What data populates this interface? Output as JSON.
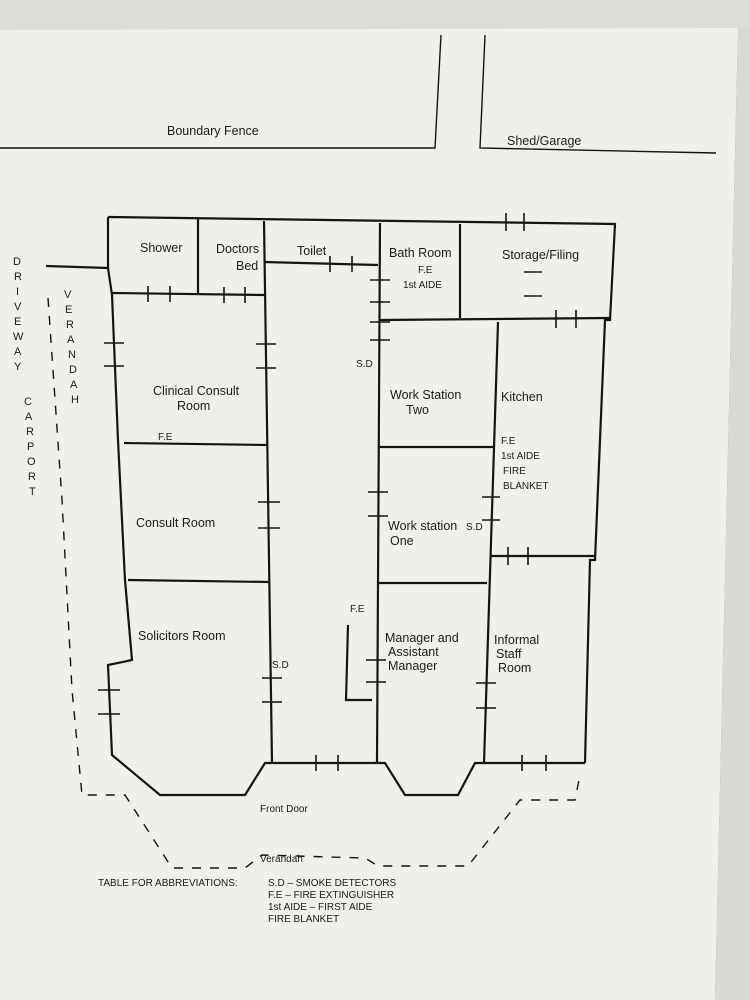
{
  "site": {
    "boundary_fence": "Boundary Fence",
    "shed_garage": "Shed/Garage"
  },
  "side_labels": {
    "driveway": [
      "D",
      "R",
      "I",
      "V",
      "E",
      "W",
      "A",
      "Y"
    ],
    "carport": [
      "C",
      "A",
      "R",
      "P",
      "O",
      "R",
      "T"
    ],
    "verandah_side": [
      "V",
      "E",
      "R",
      "A",
      "N",
      "D",
      "A",
      "H"
    ]
  },
  "rooms": {
    "shower": "Shower",
    "doctors_bed_1": "Doctors",
    "doctors_bed_2": "Bed",
    "toilet": "Toilet",
    "bath_room": "Bath Room",
    "bath_fe": "F.E",
    "bath_aide": "1st AIDE",
    "storage": "Storage/Filing",
    "clinical_1": "Clinical Consult",
    "clinical_2": "Room",
    "clinical_fe": "F.E",
    "consult": "Consult Room",
    "solicitors": "Solicitors Room",
    "solicitors_sd": "S.D",
    "hall_sd": "S.D",
    "hall_fe": "F.E",
    "ws_two_1": "Work Station",
    "ws_two_2": "Two",
    "ws_one_1": "Work station",
    "ws_one_2": "One",
    "ws_one_sd": "S.D",
    "kitchen": "Kitchen",
    "kitchen_fe": "F.E",
    "kitchen_aide": "1st AIDE",
    "kitchen_fire": "FIRE",
    "kitchen_blanket": "BLANKET",
    "manager_1": "Manager and",
    "manager_2": "Assistant",
    "manager_3": "Manager",
    "staff_1": "Informal",
    "staff_2": "Staff",
    "staff_3": "Room",
    "front_door": "Front Door",
    "verandah": "Verandah"
  },
  "legend": {
    "title": "TABLE FOR ABBREVIATIONS:",
    "line1": "S.D – SMOKE DETECTORS",
    "line2": "F.E – FIRE EXTINGUISHER",
    "line3": "1st AIDE – FIRST AIDE",
    "line4": "FIRE BLANKET"
  }
}
